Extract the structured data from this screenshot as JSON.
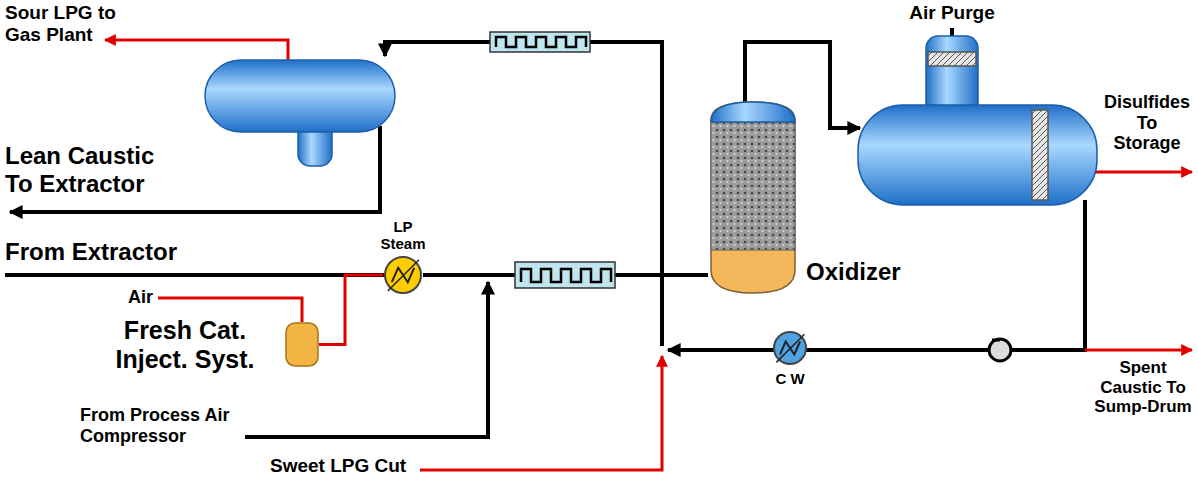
{
  "diagram": {
    "nodes": [
      {
        "text": [
          "LP Steam"
        ]
      },
      {
        "text": [
          "Fresh Cat. Inject. Syst."
        ]
      },
      {
        "text": [
          "Oxidizer"
        ]
      },
      {
        "text": [
          "C W"
        ]
      }
    ],
    "edges": [
      {
        "from": 1,
        "to": 0,
        "arrow": "none"
      },
      {
        "from": 0,
        "to": 2,
        "arrow": "none"
      }
    ],
    "labels": [
      "Sour LPG to Gas Plant",
      "Air Purge",
      "Disulfides To Storage",
      "Lean Caustic To Extractor",
      "From Extractor",
      "Air",
      "From Process Air Compressor",
      "Spent Caustic To Sump-Drum",
      "Sweet LPG Cut"
    ]
  }
}
